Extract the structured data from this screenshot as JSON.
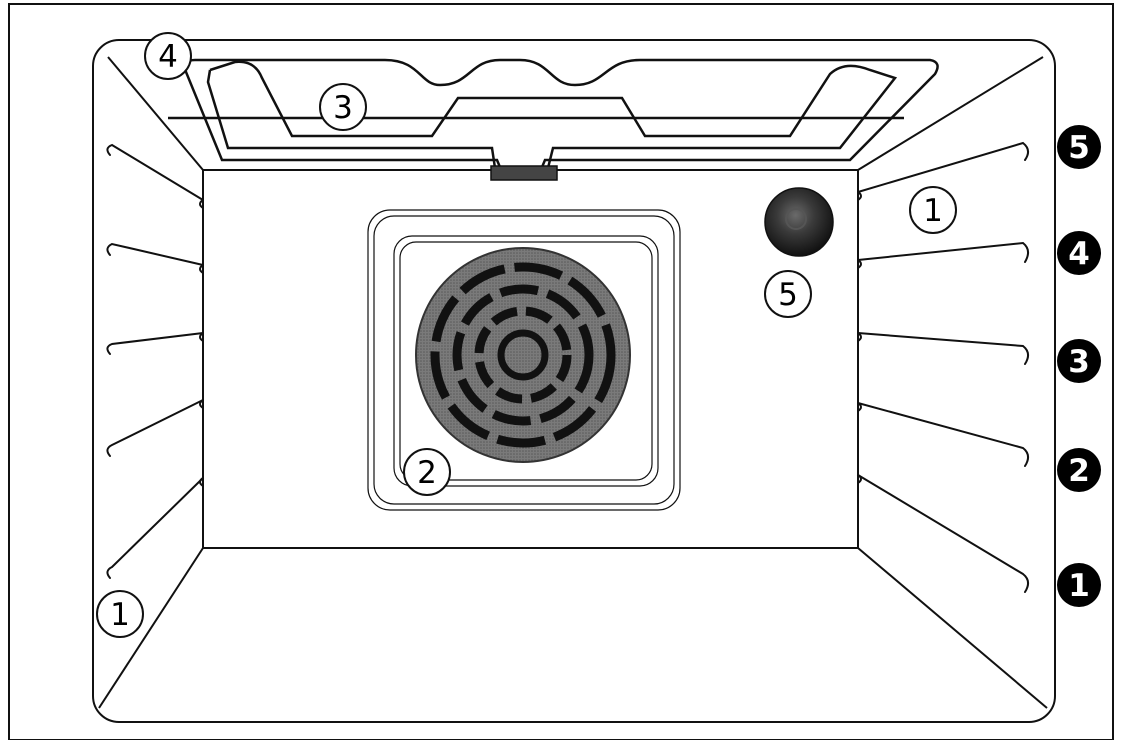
{
  "callouts": {
    "c1_right": "1",
    "c1_left": "1",
    "c2": "2",
    "c3": "3",
    "c4": "4",
    "c5": "5"
  },
  "shelf_levels": [
    "5",
    "4",
    "3",
    "2",
    "1"
  ],
  "colors": {
    "line": "#111111",
    "fan_fill": "#6f6f6f",
    "lamp_fill": "#2a2a2a",
    "badge_fill": "#000000"
  }
}
